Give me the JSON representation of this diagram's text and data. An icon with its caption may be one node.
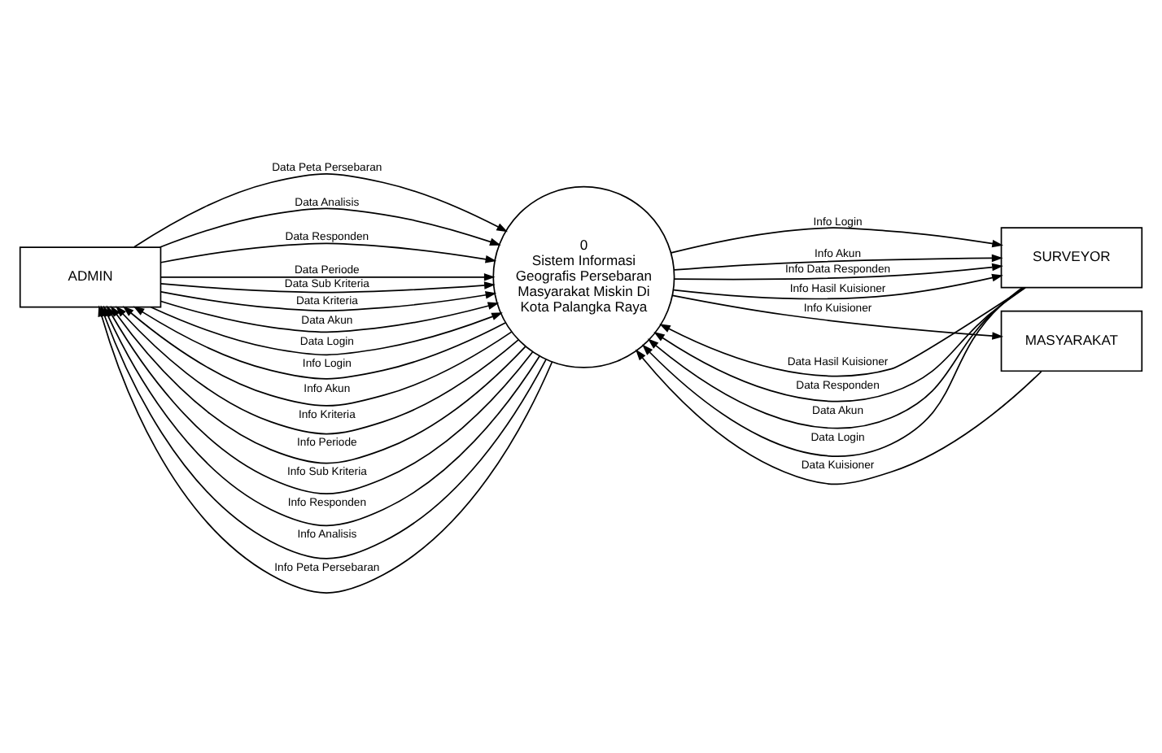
{
  "diagram": {
    "nodes": [
      {
        "text": [
          "ADMIN"
        ]
      },
      {
        "text": [
          "0",
          "Sistem Informasi Geografis Persebaran Masyarakat Miskin Di Kota Palangka Raya"
        ]
      },
      {
        "text": [
          "SURVEYOR"
        ]
      },
      {
        "text": [
          "MASYARAKAT"
        ]
      }
    ],
    "edges": [
      {
        "from": 0,
        "to": 1,
        "arrow": "to",
        "label": "Data Peta Persebaran"
      },
      {
        "from": 0,
        "to": 1,
        "arrow": "to",
        "label": "Data Analisis"
      },
      {
        "from": 0,
        "to": 1,
        "arrow": "to",
        "label": "Data Responden"
      },
      {
        "from": 0,
        "to": 1,
        "arrow": "to",
        "label": "Data Periode"
      },
      {
        "from": 0,
        "to": 1,
        "arrow": "to",
        "label": "Data Sub Kriteria"
      },
      {
        "from": 0,
        "to": 1,
        "arrow": "to",
        "label": "Data Kriteria"
      },
      {
        "from": 0,
        "to": 1,
        "arrow": "to",
        "label": "Data Akun"
      },
      {
        "from": 0,
        "to": 1,
        "arrow": "to",
        "label": "Data Login"
      },
      {
        "from": 2,
        "to": 1,
        "arrow": "to",
        "label": "Data Hasil Kuisioner"
      },
      {
        "from": 2,
        "to": 1,
        "arrow": "to",
        "label": "Data Responden"
      },
      {
        "from": 2,
        "to": 1,
        "arrow": "to",
        "label": "Data Akun"
      },
      {
        "from": 2,
        "to": 1,
        "arrow": "to",
        "label": "Data Login"
      },
      {
        "from": 1,
        "to": 2,
        "arrow": "to",
        "label": "Info Login"
      },
      {
        "from": 1,
        "to": 2,
        "arrow": "to",
        "label": "Info Akun"
      },
      {
        "from": 1,
        "to": 2,
        "arrow": "to",
        "label": "Info Data Responden"
      },
      {
        "from": 1,
        "to": 2,
        "arrow": "to",
        "label": "Info Hasil Kuisioner"
      },
      {
        "from": 3,
        "to": 1,
        "arrow": "to",
        "label": "Data Kuisioner"
      },
      {
        "from": 1,
        "to": 3,
        "arrow": "to",
        "label": "Info Kuisioner"
      },
      {
        "from": 1,
        "to": 0,
        "arrow": "to",
        "label": "Info Login"
      },
      {
        "from": 1,
        "to": 0,
        "arrow": "to",
        "label": "Info Akun"
      },
      {
        "from": 1,
        "to": 0,
        "arrow": "to",
        "label": "Info Kriteria"
      },
      {
        "from": 1,
        "to": 0,
        "arrow": "to",
        "label": "Info Periode"
      },
      {
        "from": 1,
        "to": 0,
        "arrow": "to",
        "label": "Info Sub Kriteria"
      },
      {
        "from": 1,
        "to": 0,
        "arrow": "to",
        "label": "Info Responden"
      },
      {
        "from": 1,
        "to": 0,
        "arrow": "to",
        "label": "Info Analisis"
      },
      {
        "from": 1,
        "to": 0,
        "arrow": "to",
        "label": "Info Peta Persebaran"
      }
    ]
  }
}
